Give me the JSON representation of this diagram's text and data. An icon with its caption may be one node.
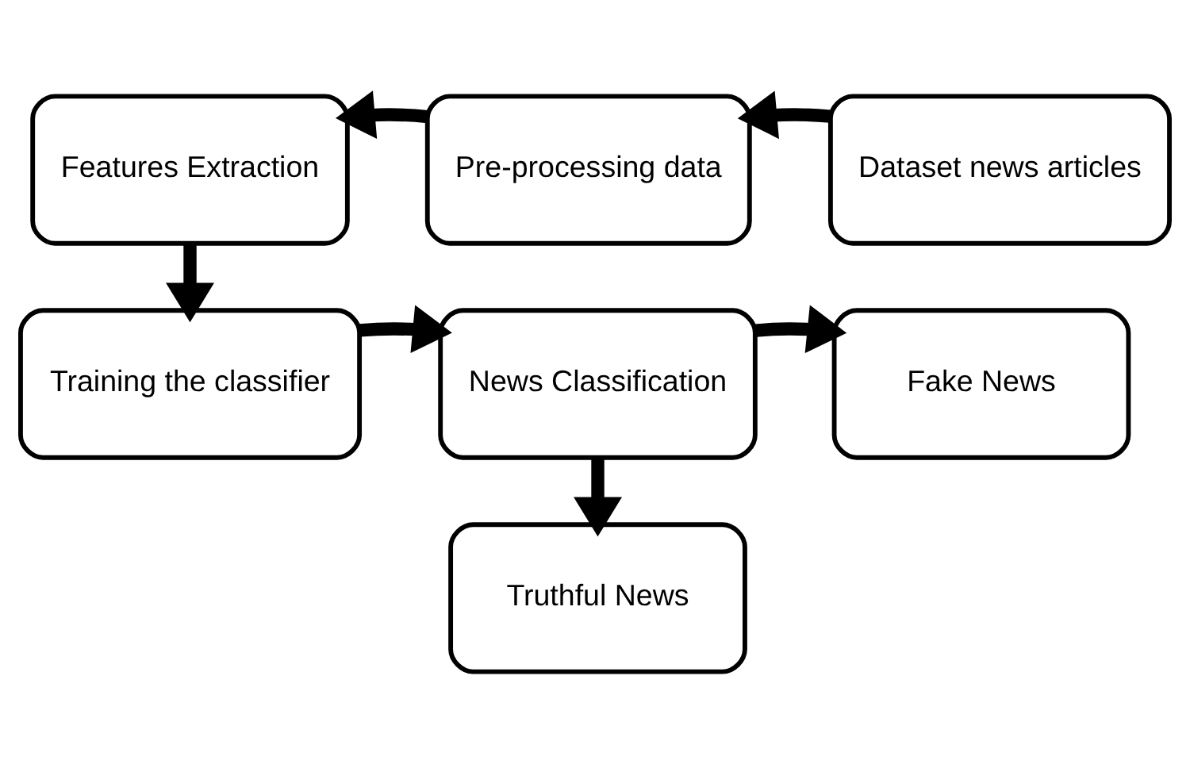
{
  "diagram": {
    "nodes": [
      {
        "text": [
          "Features Extraction"
        ]
      },
      {
        "text": [
          "Pre-processing data"
        ]
      },
      {
        "text": [
          "Dataset news articles"
        ]
      },
      {
        "text": [
          "Training the classifier"
        ]
      },
      {
        "text": [
          "News Classification"
        ]
      },
      {
        "text": [
          "Fake News"
        ]
      },
      {
        "text": [
          "Truthful News"
        ]
      }
    ],
    "edges": [
      {
        "from": 2,
        "to": 1,
        "arrow": "to"
      },
      {
        "from": 1,
        "to": 0,
        "arrow": "to"
      },
      {
        "from": 0,
        "to": 3,
        "arrow": "to"
      },
      {
        "from": 3,
        "to": 4,
        "arrow": "to"
      },
      {
        "from": 4,
        "to": 5,
        "arrow": "to"
      },
      {
        "from": 4,
        "to": 6,
        "arrow": "to"
      }
    ]
  }
}
